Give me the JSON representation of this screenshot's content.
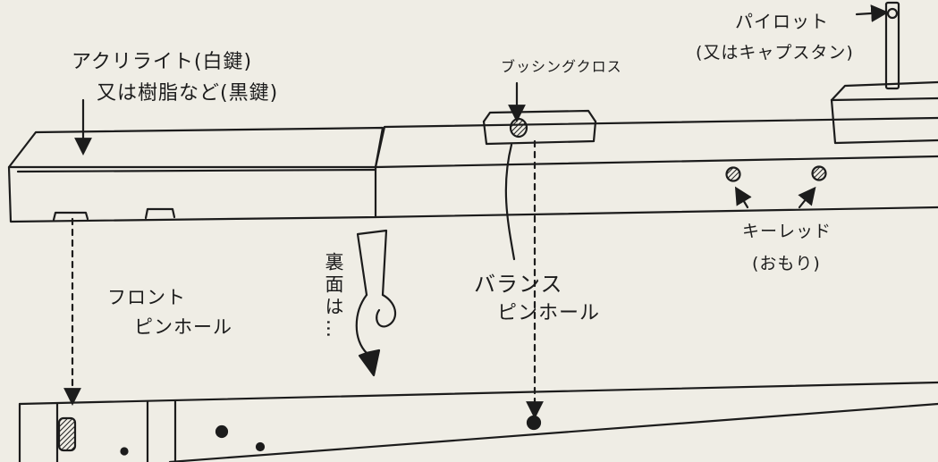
{
  "labels": {
    "acrylite_line1": "アクリライト(白鍵)",
    "acrylite_line2": "又は樹脂など(黒鍵)",
    "bushing_cloth": "ブッシングクロス",
    "pilot_line1": "パイロット",
    "pilot_line2": "(又はキャプスタン)",
    "key_lead_line1": "キーレッド",
    "key_lead_line2": "(おもり)",
    "front_pin_line1": "フロント",
    "front_pin_line2": "ピンホール",
    "balance_pin_line1": "バランス",
    "balance_pin_line2": "ピンホール",
    "underside": "裏面は…"
  },
  "colors": {
    "paper": "#efede5",
    "ink": "#1c1c1c",
    "ghost_print": "#cfcabf"
  }
}
